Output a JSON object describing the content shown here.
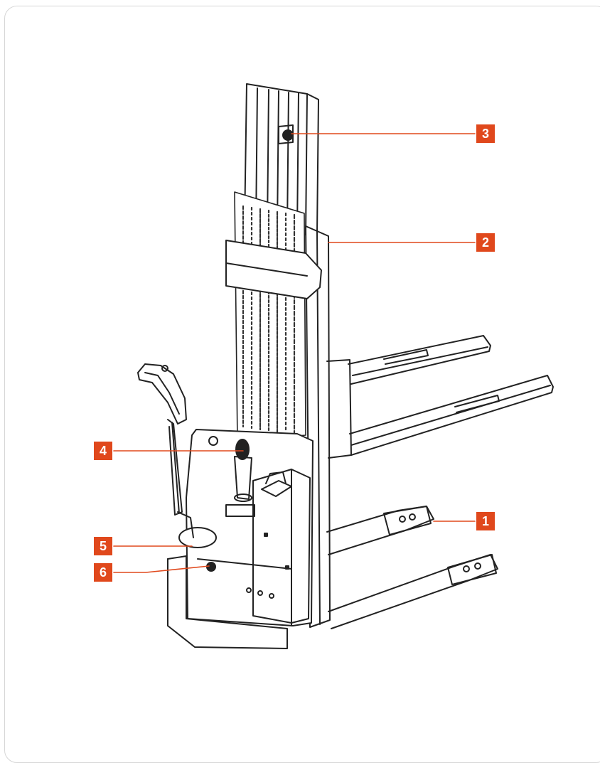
{
  "callouts": [
    {
      "id": "1",
      "label": "1"
    },
    {
      "id": "2",
      "label": "2"
    },
    {
      "id": "3",
      "label": "3"
    },
    {
      "id": "4",
      "label": "4"
    },
    {
      "id": "5",
      "label": "5"
    },
    {
      "id": "6",
      "label": "6"
    }
  ],
  "colors": {
    "callout_fill": "#e0481c",
    "callout_text": "#ffffff",
    "line_art": "#222222",
    "leader_line": "#e0481c",
    "card_border": "#d6d6d6"
  }
}
